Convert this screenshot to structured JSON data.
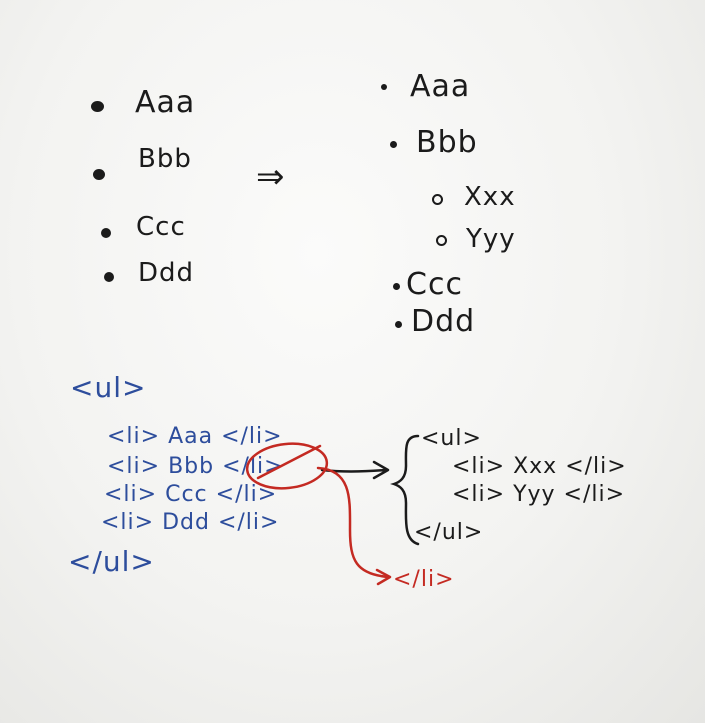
{
  "left_list": {
    "items": [
      "Aaa",
      "Bbb",
      "Ccc",
      "Ddd"
    ]
  },
  "arrow_symbol": "⇒",
  "right_list": {
    "items": [
      "Aaa",
      "Bbb"
    ],
    "nested": [
      "Xxx",
      "Yyy"
    ],
    "after": [
      "Ccc",
      "Ddd"
    ]
  },
  "code_blue": {
    "ul_open": "<ul>",
    "li_lines": [
      "<li> Aaa </li>",
      "<li> Bbb </li>",
      "<li> Ccc </li>",
      "<li> Ddd </li>"
    ],
    "ul_close": "</ul>"
  },
  "code_black": {
    "ul_open": "<ul>",
    "li_lines": [
      "<li> Xxx </li>",
      "<li> Yyy </li>"
    ],
    "ul_close": "</ul>"
  },
  "code_red": {
    "li_close": "</li>"
  },
  "colors": {
    "black_ink": "#1b1b1b",
    "blue_ink": "#2d4d9c",
    "red_ink": "#c42a22",
    "board": "#f3f3f1"
  }
}
